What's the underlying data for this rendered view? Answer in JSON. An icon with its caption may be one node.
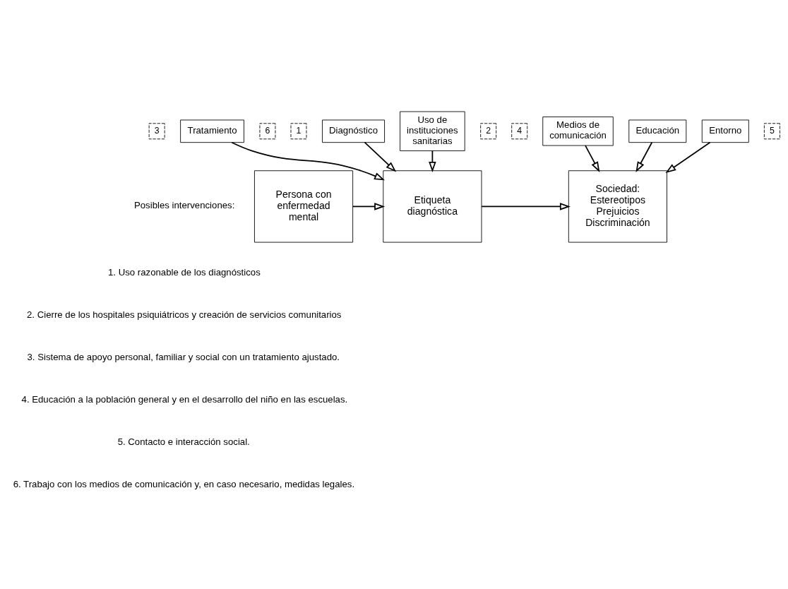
{
  "diagram": {
    "nodes": [
      {
        "text": [
          "Persona con enfermedad mental"
        ]
      },
      {
        "text": [
          "Etiqueta diagnóstica"
        ]
      },
      {
        "text": [
          "Sociedad:",
          "Estereotipos",
          "Prejuicios",
          "Discriminación"
        ]
      },
      {
        "text": [
          "Diagnóstico"
        ]
      },
      {
        "text": [
          "Uso de instituciones sanitarias"
        ]
      },
      {
        "text": [
          "Educación"
        ]
      },
      {
        "text": [
          "Entorno"
        ]
      },
      {
        "text": [
          "Tratamiento"
        ]
      },
      {
        "text": [
          "Medios de comunicación"
        ]
      },
      {
        "text": [
          "1"
        ]
      },
      {
        "text": [
          "2"
        ]
      },
      {
        "text": [
          "3"
        ]
      },
      {
        "text": [
          "4"
        ]
      },
      {
        "text": [
          "5"
        ]
      },
      {
        "text": [
          "6"
        ]
      }
    ],
    "edges": [
      {
        "from": 0,
        "to": 1,
        "arrow": "to"
      },
      {
        "from": 1,
        "to": 2,
        "arrow": "to"
      },
      {
        "from": 3,
        "to": 1,
        "arrow": "to"
      },
      {
        "from": 4,
        "to": 1,
        "arrow": "to"
      },
      {
        "from": 7,
        "to": 1,
        "arrow": "to"
      },
      {
        "from": 5,
        "to": 2,
        "arrow": "to"
      },
      {
        "from": 6,
        "to": 2,
        "arrow": "to"
      },
      {
        "from": 8,
        "to": 2,
        "arrow": "to"
      }
    ],
    "labels": [
      "Posibles intervenciones:",
      "1. Uso razonable de los diagnósticos",
      "2. Cierre de los hospitales psiquiátricos y creación de servicios comunitarios",
      "3. Sistema de apoyo personal, familiar y social con un tratamiento ajustado.",
      "4. Educación a la población general y en el desarrollo del niño en las escuelas.",
      "5. Contacto e interacción social.",
      "6. Trabajo con los medios de comunicación y, en caso necesario, medidas legales."
    ]
  }
}
